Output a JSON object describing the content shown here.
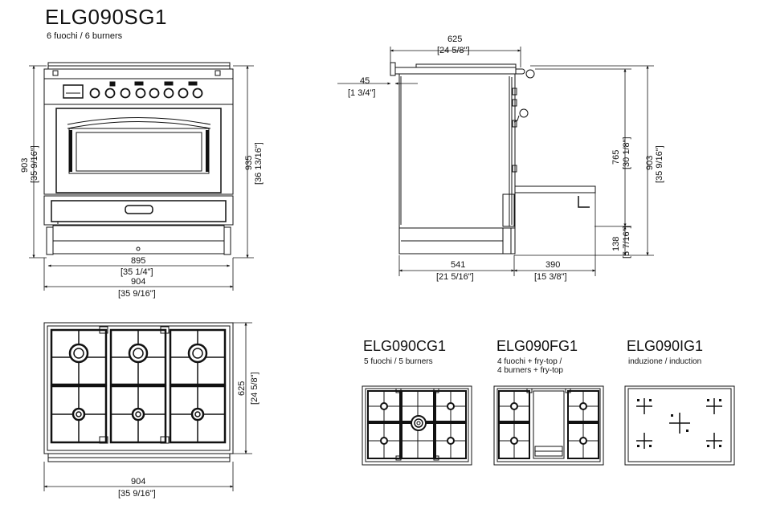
{
  "model": {
    "name": "ELG090SG1",
    "subtitle": "6 fuochi / 6 burners"
  },
  "front_view": {
    "height_left": "903",
    "height_left_in": "[35 9/16\"]",
    "height_right": "935",
    "height_right_in": "[36 13/16\"]",
    "width_inner": "895",
    "width_inner_in": "[35 1/4\"]",
    "width_outer": "904",
    "width_outer_in": "[35 9/16\"]"
  },
  "side_view": {
    "depth": "625",
    "depth_in": "[24 5/8\"]",
    "backguard": "45",
    "backguard_in": "[1 3/4\"]",
    "height_top": "765",
    "height_top_in": "[30 1/8\"]",
    "height_total": "903",
    "height_total_in": "[35 9/16\"]",
    "plinth": "138",
    "plinth_in": "[5 7/16\"]",
    "base_depth": "541",
    "base_depth_in": "[21 5/16\"]",
    "door_open": "390",
    "door_open_in": "[15 3/8\"]"
  },
  "top_view": {
    "depth": "625",
    "depth_in": "[24 5/8\"]",
    "width": "904",
    "width_in": "[35 9/16\"]"
  },
  "variants": [
    {
      "name": "ELG090CG1",
      "desc_1": "5 fuochi / 5 burners",
      "desc_2": ""
    },
    {
      "name": "ELG090FG1",
      "desc_1": "4 fuochi + fry-top /",
      "desc_2": "4 burners + fry-top"
    },
    {
      "name": "ELG090IG1",
      "desc_1": "induzione / induction",
      "desc_2": ""
    }
  ]
}
